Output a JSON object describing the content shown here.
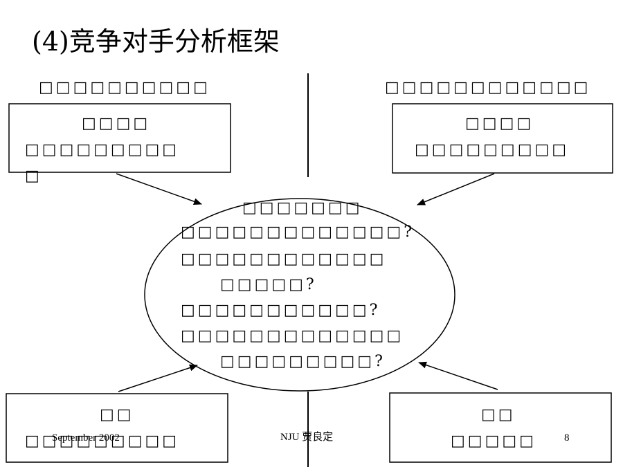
{
  "title": "(4)竞争对手分析框架",
  "top_left": {
    "caption": "□□□□□□□□□□",
    "box_line1": "□□□□",
    "box_line2": "□□□□□□□□□",
    "box_line3": "□"
  },
  "top_right": {
    "caption": "□□□□□□□□□□□□",
    "box_line1": "□□□□",
    "box_line2": "□□□□□□□□□"
  },
  "center": {
    "line1": "□□□□□□□",
    "line2": "□□□□□□□□□□□□□?",
    "line3": "□□□□□□□□□□□□",
    "line4": "□□□□□?",
    "line5": "□□□□□□□□□□□?",
    "line6": "□□□□□□□□□□□□□",
    "line7": "□□□□□□□□□?"
  },
  "bottom_left": {
    "line1": "□□",
    "line2": "□□□□□□□□□"
  },
  "bottom_right": {
    "line1": "□□",
    "line2": "□□□□□"
  },
  "footer": {
    "date": "September 2002",
    "author": "NJU 贾良定",
    "page": "8"
  }
}
